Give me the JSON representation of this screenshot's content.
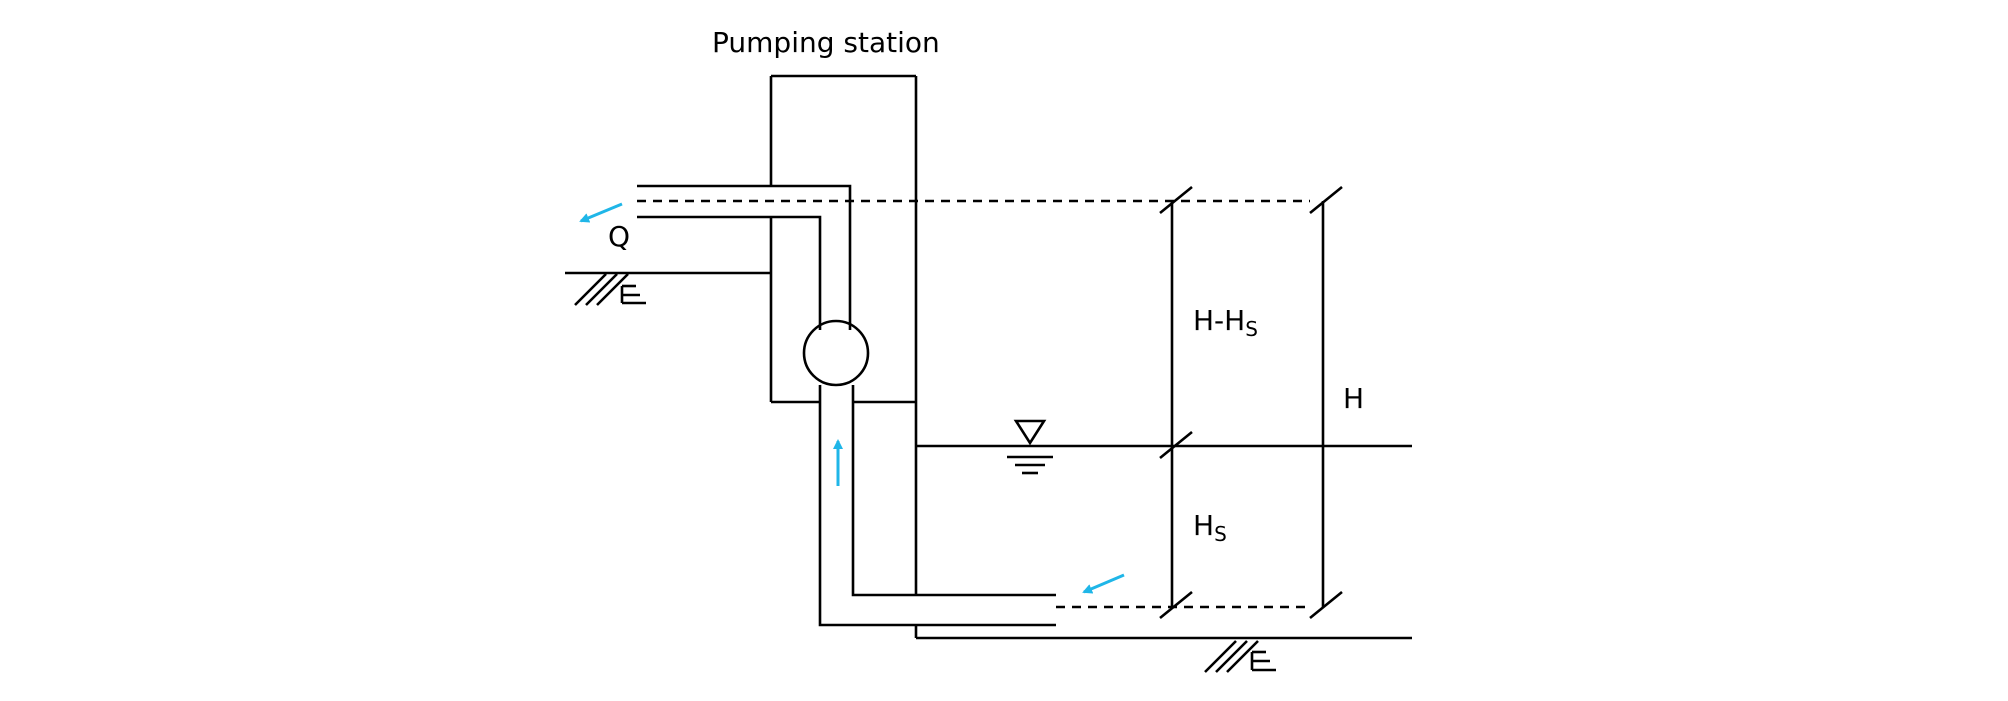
{
  "diagram": {
    "title": "Pumping station",
    "labels": {
      "flow": "Q",
      "upper_height": "H-H",
      "upper_height_sub": "S",
      "total_height": "H",
      "lower_height": "H",
      "lower_height_sub": "S"
    },
    "colors": {
      "lines": "#000000",
      "flow_arrows": "#1fb6e8",
      "background": "#ffffff"
    },
    "icons": [
      "water-level-icon",
      "ground-hatch-icon",
      "pump-icon",
      "flow-arrow-icon"
    ]
  }
}
